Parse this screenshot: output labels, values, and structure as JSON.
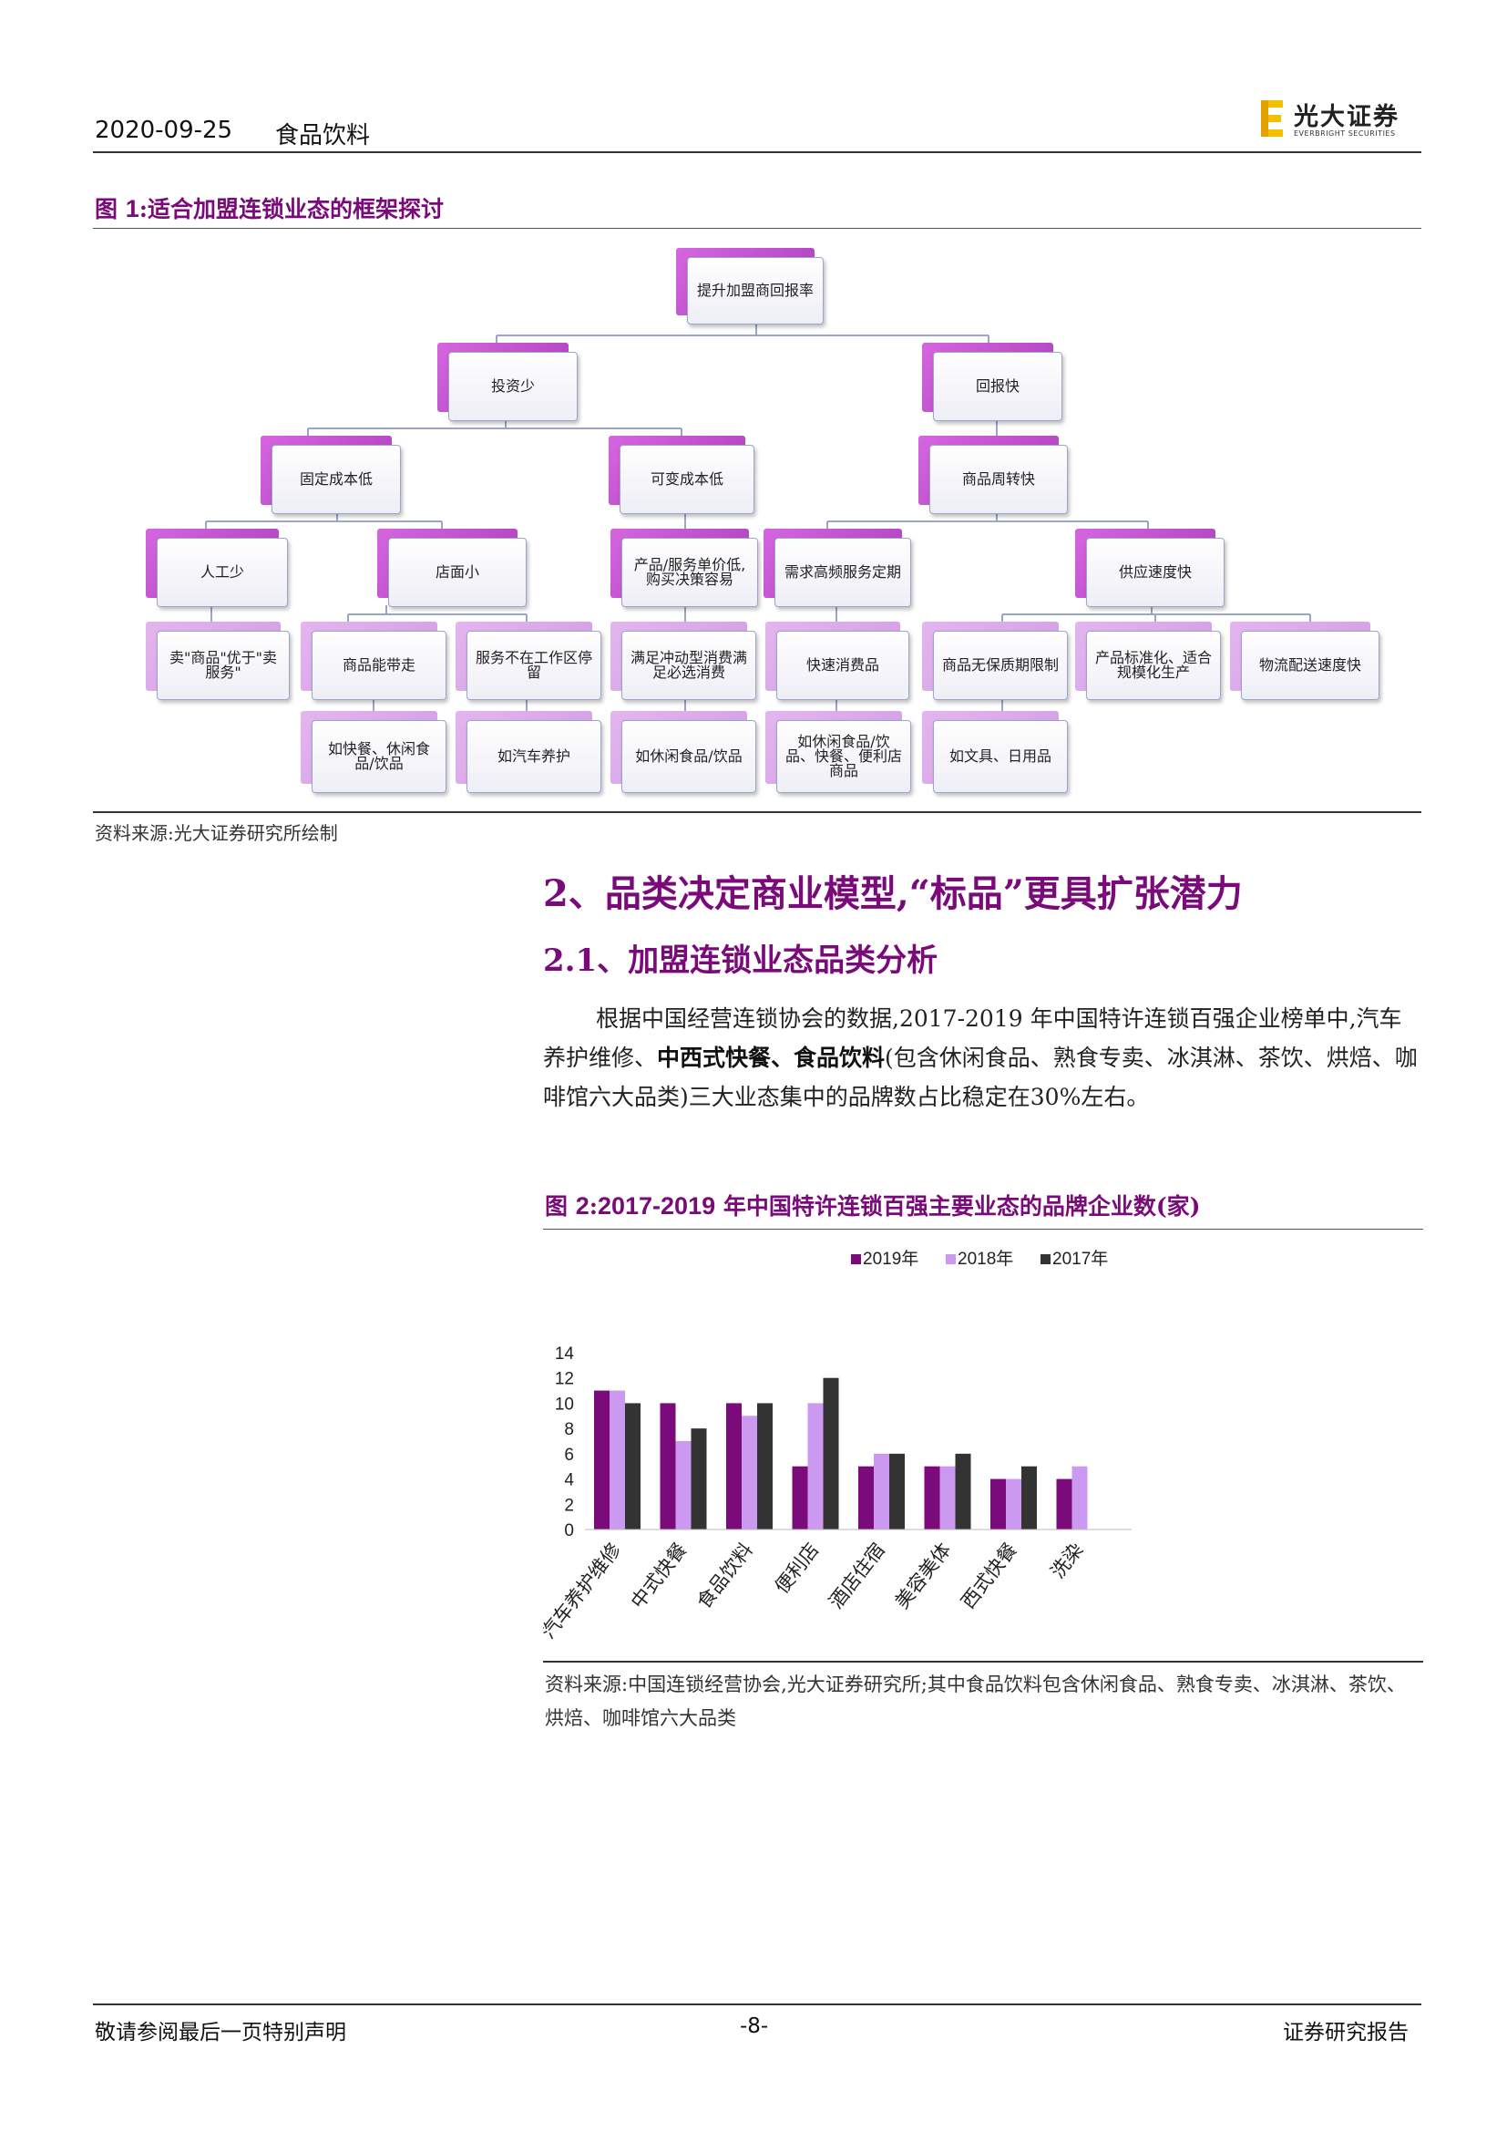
{
  "header": {
    "date": "2020-09-25",
    "category": "食品饮料",
    "logo_cn": "光大证券",
    "logo_en": "EVERBRIGHT SECURITIES"
  },
  "figure1": {
    "label": "图 ",
    "number": "1",
    "title": ":适合加盟连锁业态的框架探讨",
    "source": "资料来源:光大证券研究所绘制",
    "nodes": {
      "root": "提升加盟商回报率",
      "invest_less": "投资少",
      "return_fast": "回报快",
      "fixed_cost_low": "固定成本低",
      "variable_cost_low": "可变成本低",
      "turnover_fast": "商品周转快",
      "labor_less": "人工少",
      "store_small": "店面小",
      "price_low": "产品/服务单价低,购买决策容易",
      "demand_high": "需求高频服务定期",
      "supply_fast": "供应速度快",
      "sell_goods": "卖\"商品\"优于\"卖服务\"",
      "take_away": "商品能带走",
      "not_stay": "服务不在工作区停留",
      "impulse": "满足冲动型消费满足必选消费",
      "fast_consume": "快速消费品",
      "no_shelf": "商品无保质期限制",
      "standard": "产品标准化、适合规模化生产",
      "logistics": "物流配送速度快",
      "eg_fastfood": "如快餐、休闲食品/饮品",
      "eg_car": "如汽车养护",
      "eg_snack": "如休闲食品/饮品",
      "eg_snack2": "如休闲食品/饮品、快餐、便利店商品",
      "eg_stationery": "如文具、日用品"
    }
  },
  "section2": {
    "heading": "2、品类决定商业模型,“标品”更具扩张潜力",
    "sub_heading": "2.1、加盟连锁业态品类分析",
    "para_1": "根据中国经营连锁协会的数据,2017-2019 年中国特许连锁百强企业榜单中,汽车养护维修、",
    "para_bold": "中西式快餐、食品饮料",
    "para_2": "(包含休闲食品、熟食专卖、冰淇淋、茶饮、烘焙、咖啡馆六大品类)三大业态集中的品牌数占比稳定在30%左右。"
  },
  "figure2": {
    "label": "图 ",
    "number": "2",
    "title_num": "2017-2019",
    "title": " 年中国特许连锁百强主要业态的品牌企业数(家)",
    "source": "资料来源:中国连锁经营协会,光大证券研究所;其中食品饮料包含休闲食品、熟食专卖、冰淇淋、茶饮、烘焙、咖啡馆六大品类"
  },
  "chart_data": {
    "type": "bar",
    "categories": [
      "汽车养护维修",
      "中式快餐",
      "食品饮料",
      "便利店",
      "酒店住宿",
      "美容美体",
      "西式快餐",
      "洗染"
    ],
    "series": [
      {
        "name": "2019年",
        "color": "#7b0a7b",
        "values": [
          11,
          10,
          10,
          5,
          5,
          5,
          4,
          4
        ]
      },
      {
        "name": "2018年",
        "color": "#cc99f0",
        "values": [
          11,
          7,
          9,
          10,
          6,
          5,
          4,
          5
        ]
      },
      {
        "name": "2017年",
        "color": "#333333",
        "values": [
          10,
          8,
          10,
          12,
          6,
          6,
          5,
          null
        ]
      }
    ],
    "ylim": [
      0,
      14
    ],
    "yticks": [
      "0",
      "2",
      "4",
      "6",
      "8",
      "10",
      "12",
      "14"
    ],
    "legend_position": "top-center",
    "grid": false
  },
  "footer": {
    "disclaimer": "敬请参阅最后一页特别声明",
    "page": "-8-",
    "report_type": "证券研究报告"
  }
}
